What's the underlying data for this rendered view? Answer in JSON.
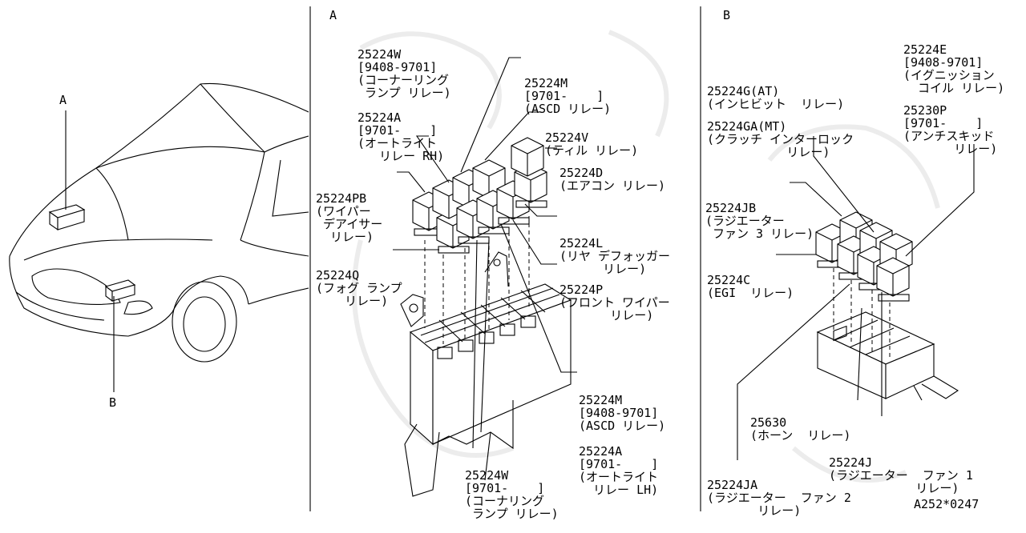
{
  "panel_a": {
    "letter": "A",
    "labels": {
      "w_top": [
        "25224W",
        "[9408-9701]",
        "(コーナーリング",
        " ランプ リレー)"
      ],
      "a_top": [
        "25224A",
        "[9701-    ]",
        "(オートライト",
        "   リレー RH)"
      ],
      "m_top": [
        "25224M",
        "[9701-    ]",
        "(ASCD リレー)"
      ],
      "v": [
        "25224V",
        "(ティル リレー)"
      ],
      "d": [
        "25224D",
        "(エアコン リレー)"
      ],
      "pb": [
        "25224PB",
        "(ワイパー",
        " デアイサー",
        "  リレー)"
      ],
      "l": [
        "25224L",
        "(リヤ デフォッガー",
        "      リレー)"
      ],
      "q": [
        "25224Q",
        "(フォグ ランプ",
        "    リレー)"
      ],
      "p": [
        "25224P",
        "(フロント ワイパー",
        "       リレー)"
      ],
      "m_bot": [
        "25224M",
        "[9408-9701]",
        "(ASCD リレー)"
      ],
      "a_bot": [
        "25224A",
        "[9701-    ]",
        "(オートライト",
        "  リレー LH)"
      ],
      "w_bot": [
        "25224W",
        "[9701-    ]",
        "(コーナリング",
        " ランプ リレー)"
      ]
    }
  },
  "panel_b": {
    "letter": "B",
    "labels": {
      "g": [
        "25224G(AT)",
        "(インヒビット  リレー)"
      ],
      "ga": [
        "25224GA(MT)",
        "(クラッチ インターロック",
        "           リレー)"
      ],
      "e": [
        "25224E",
        "[9408-9701]",
        "(イグニッション",
        "  コイル リレー)"
      ],
      "p230": [
        "25230P",
        "[9701-    ]",
        "(アンチスキッド",
        "       リレー)"
      ],
      "jb": [
        "25224JB",
        "(ラジエーター",
        " ファン 3 リレー)"
      ],
      "c": [
        "25224C",
        "(EGI  リレー)"
      ],
      "horn": [
        "25630",
        "(ホーン  リレー)"
      ],
      "j": [
        "25224J",
        "(ラジエーター  ファン 1",
        "            リレー)"
      ],
      "ja": [
        "25224JA",
        "(ラジエーター  ファン 2",
        "       リレー)"
      ]
    }
  },
  "car_view": {
    "marker_a": "A",
    "marker_b": "B"
  },
  "footer": {
    "code": "A252*0247"
  }
}
